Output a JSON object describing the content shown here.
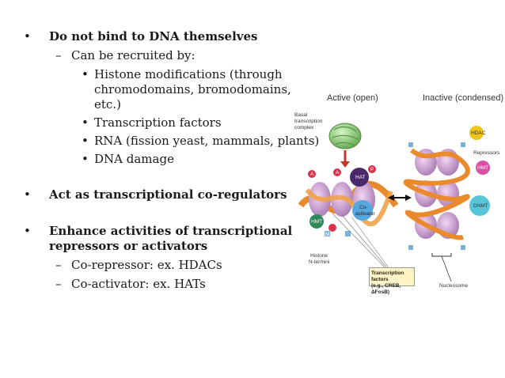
{
  "bullets": {
    "b1": "Do not bind to DNA themselves",
    "b1_sub": "Can be recruited by:",
    "b1_items": [
      "Histone modifications (through",
      "chromodomains, bromodomains,",
      "etc.)",
      "Transcription factors",
      "RNA (fission yeast, mammals, plants)",
      "DNA damage"
    ],
    "b2": "Act as transcriptional co-regulators",
    "b3_line1": "Enhance activities of transcriptional",
    "b3_line2": "repressors or activators",
    "b3_sub1": "Co-repressor: ex. HDACs",
    "b3_sub2": "Co-activator: ex. HATs"
  },
  "symbols": {
    "bullet": "•",
    "dash": "–"
  },
  "figure": {
    "active_label": "Active (open)",
    "inactive_label": "Inactive (condensed)",
    "basal_line1": "Basal",
    "basal_line2": "transcription",
    "basal_line3": "complex",
    "hat": "HAT",
    "coactivator_line1": "Co-",
    "coactivator_line2": "activator",
    "hmt_left": "HMT",
    "hdac": "HDAC",
    "repressors": "Repressors",
    "hmt_right": "HMT",
    "dnmt": "DNMT",
    "histone_line1": "Histone",
    "histone_line2": "N-termini",
    "tf_line1": "Transcription factors",
    "tf_line2": "(e.g., CREB, ΔFosB)",
    "nucleosome": "Nucleosome",
    "mark_a": "A",
    "mark_p": "P",
    "mark_m": "M"
  }
}
